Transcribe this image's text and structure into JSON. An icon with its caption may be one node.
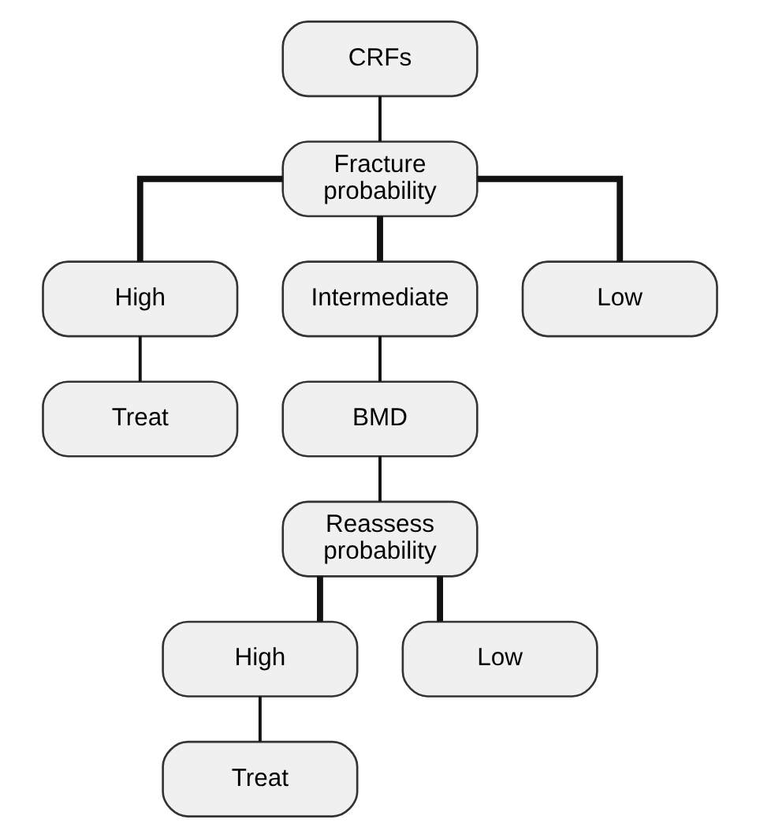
{
  "diagram": {
    "nodes": [
      {
        "text": [
          "CRFs"
        ]
      },
      {
        "text": [
          "Fracture probability"
        ]
      },
      {
        "text": [
          "High"
        ]
      },
      {
        "text": [
          "Intermediate"
        ]
      },
      {
        "text": [
          "Low"
        ]
      },
      {
        "text": [
          "Treat"
        ]
      },
      {
        "text": [
          "BMD"
        ]
      },
      {
        "text": [
          "Reassess probability"
        ]
      },
      {
        "text": [
          "High"
        ]
      },
      {
        "text": [
          "Low"
        ]
      },
      {
        "text": [
          "Treat"
        ]
      }
    ],
    "edges": [
      {
        "from": 0,
        "to": 1,
        "arrow": "none"
      },
      {
        "from": 1,
        "to": 2,
        "arrow": "none",
        "style": "thick"
      },
      {
        "from": 1,
        "to": 3,
        "arrow": "none",
        "style": "thick"
      },
      {
        "from": 1,
        "to": 4,
        "arrow": "none",
        "style": "thick"
      },
      {
        "from": 2,
        "to": 5,
        "arrow": "none"
      },
      {
        "from": 3,
        "to": 6,
        "arrow": "none"
      },
      {
        "from": 6,
        "to": 7,
        "arrow": "none"
      },
      {
        "from": 7,
        "to": 8,
        "arrow": "none",
        "style": "thick"
      },
      {
        "from": 7,
        "to": 9,
        "arrow": "none",
        "style": "thick"
      },
      {
        "from": 8,
        "to": 10,
        "arrow": "none"
      }
    ]
  }
}
